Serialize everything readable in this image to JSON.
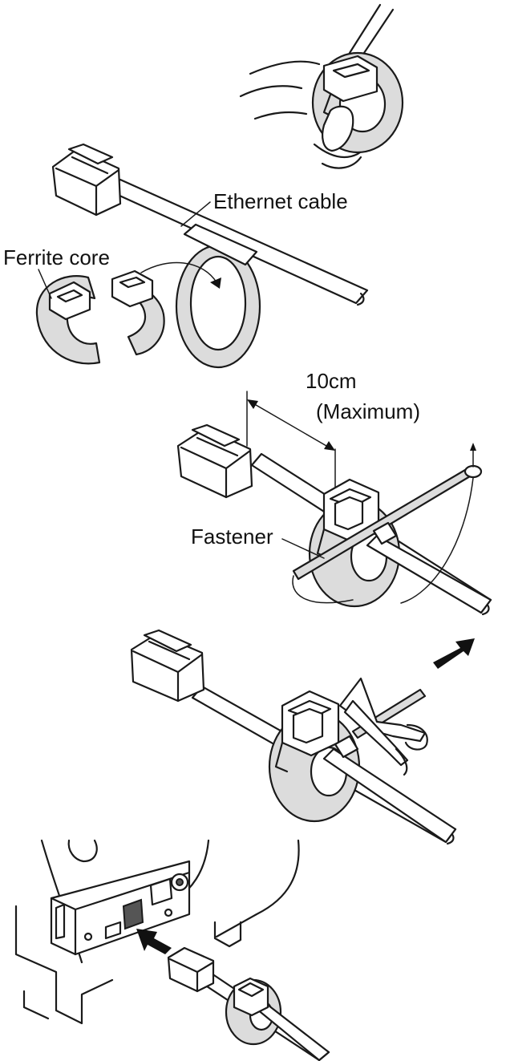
{
  "labels": {
    "ethernet_cable": "Ethernet cable",
    "ferrite_core": "Ferrite core",
    "distance_value": "10cm",
    "distance_note": "(Maximum)",
    "fastener": "Fastener"
  }
}
